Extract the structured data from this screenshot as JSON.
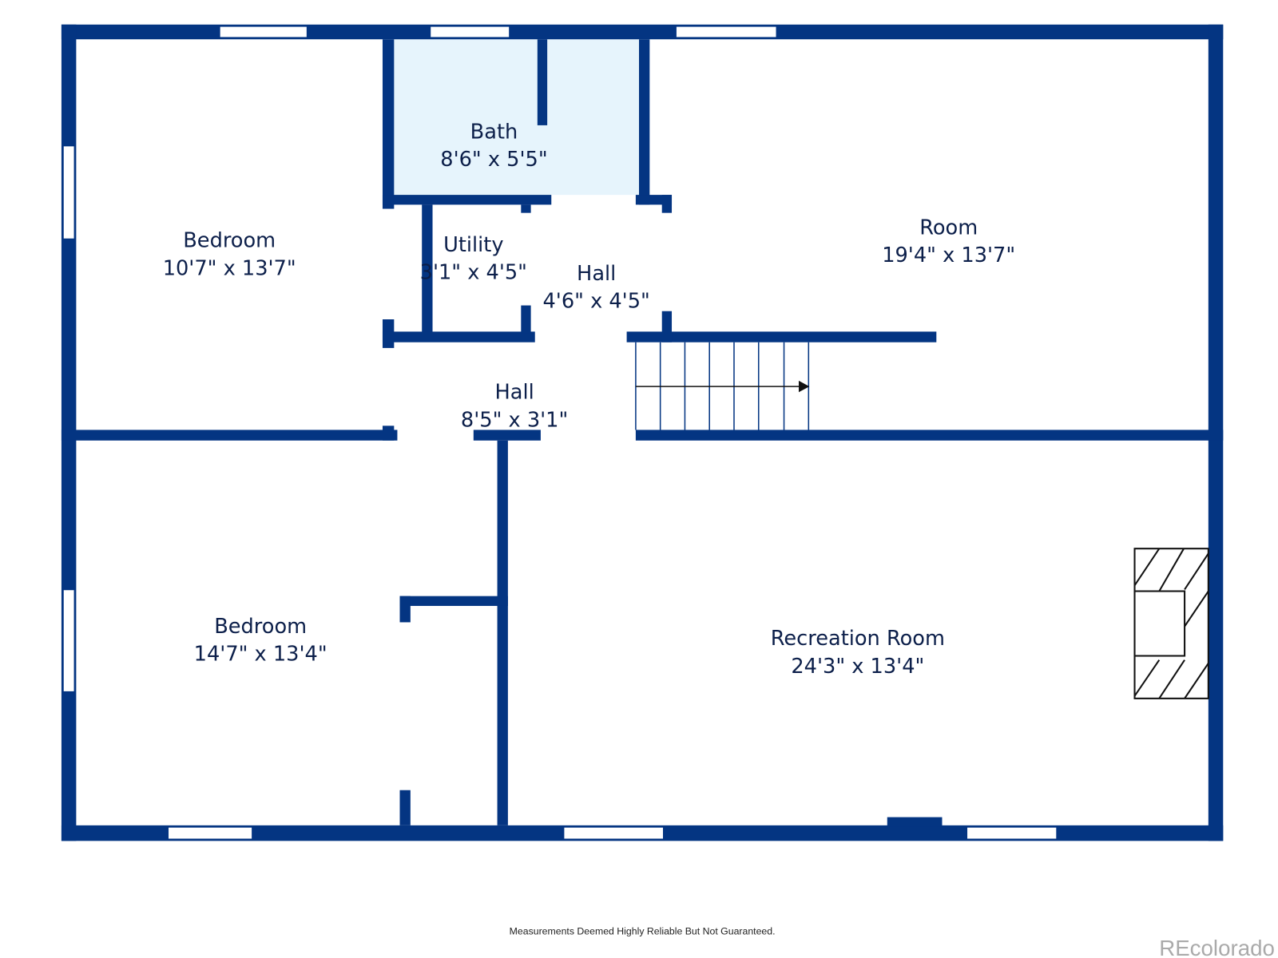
{
  "rooms": [
    {
      "name": "Bedroom",
      "size": "10'7\" x 13'7\""
    },
    {
      "name": "Bath",
      "size": "8'6\" x 5'5\""
    },
    {
      "name": "Room",
      "size": "19'4\" x 13'7\""
    },
    {
      "name": "Utility",
      "size": "3'1\" x 4'5\""
    },
    {
      "name": "Hall",
      "size": "4'6\" x 4'5\""
    },
    {
      "name": "Hall",
      "size": "8'5\" x 3'1\""
    },
    {
      "name": "Bedroom",
      "size": "14'7\" x 13'4\""
    },
    {
      "name": "Recreation Room",
      "size": "24'3\" x 13'4\""
    }
  ],
  "disclaimer": "Measurements Deemed Highly Reliable But Not Guaranteed.",
  "watermark": "REcolorado",
  "colors": {
    "wall": "#043582",
    "bath_fill": "#e6f4fc"
  }
}
